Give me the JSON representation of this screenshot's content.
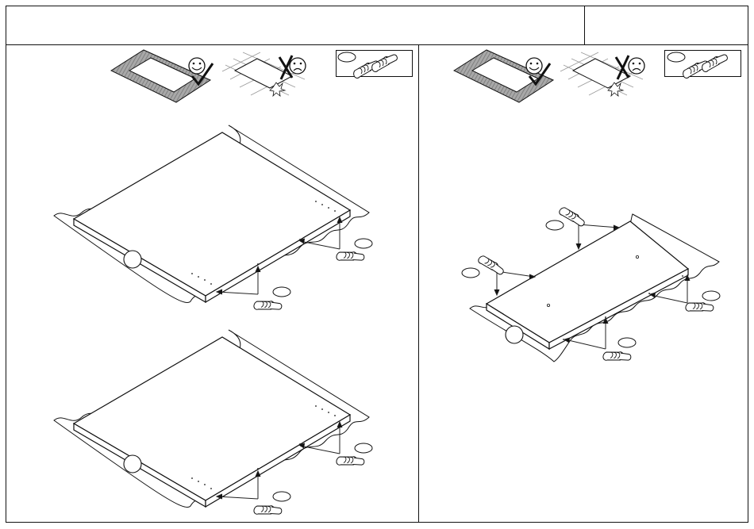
{
  "sheet": {
    "title_text": "",
    "step_number": ""
  },
  "panels": [
    {
      "name": "left-panel",
      "steps": [
        "top-board",
        "bottom-board"
      ]
    },
    {
      "name": "right-panel",
      "steps": [
        "long-board"
      ]
    }
  ],
  "legend": {
    "good_surface": "smiley-face-icon",
    "bad_surface": "frown-face-icon",
    "parts": "wooden-dowel-icon"
  },
  "colors": {
    "line": "#111111",
    "rug": "#999999",
    "paper": "#ffffff"
  }
}
